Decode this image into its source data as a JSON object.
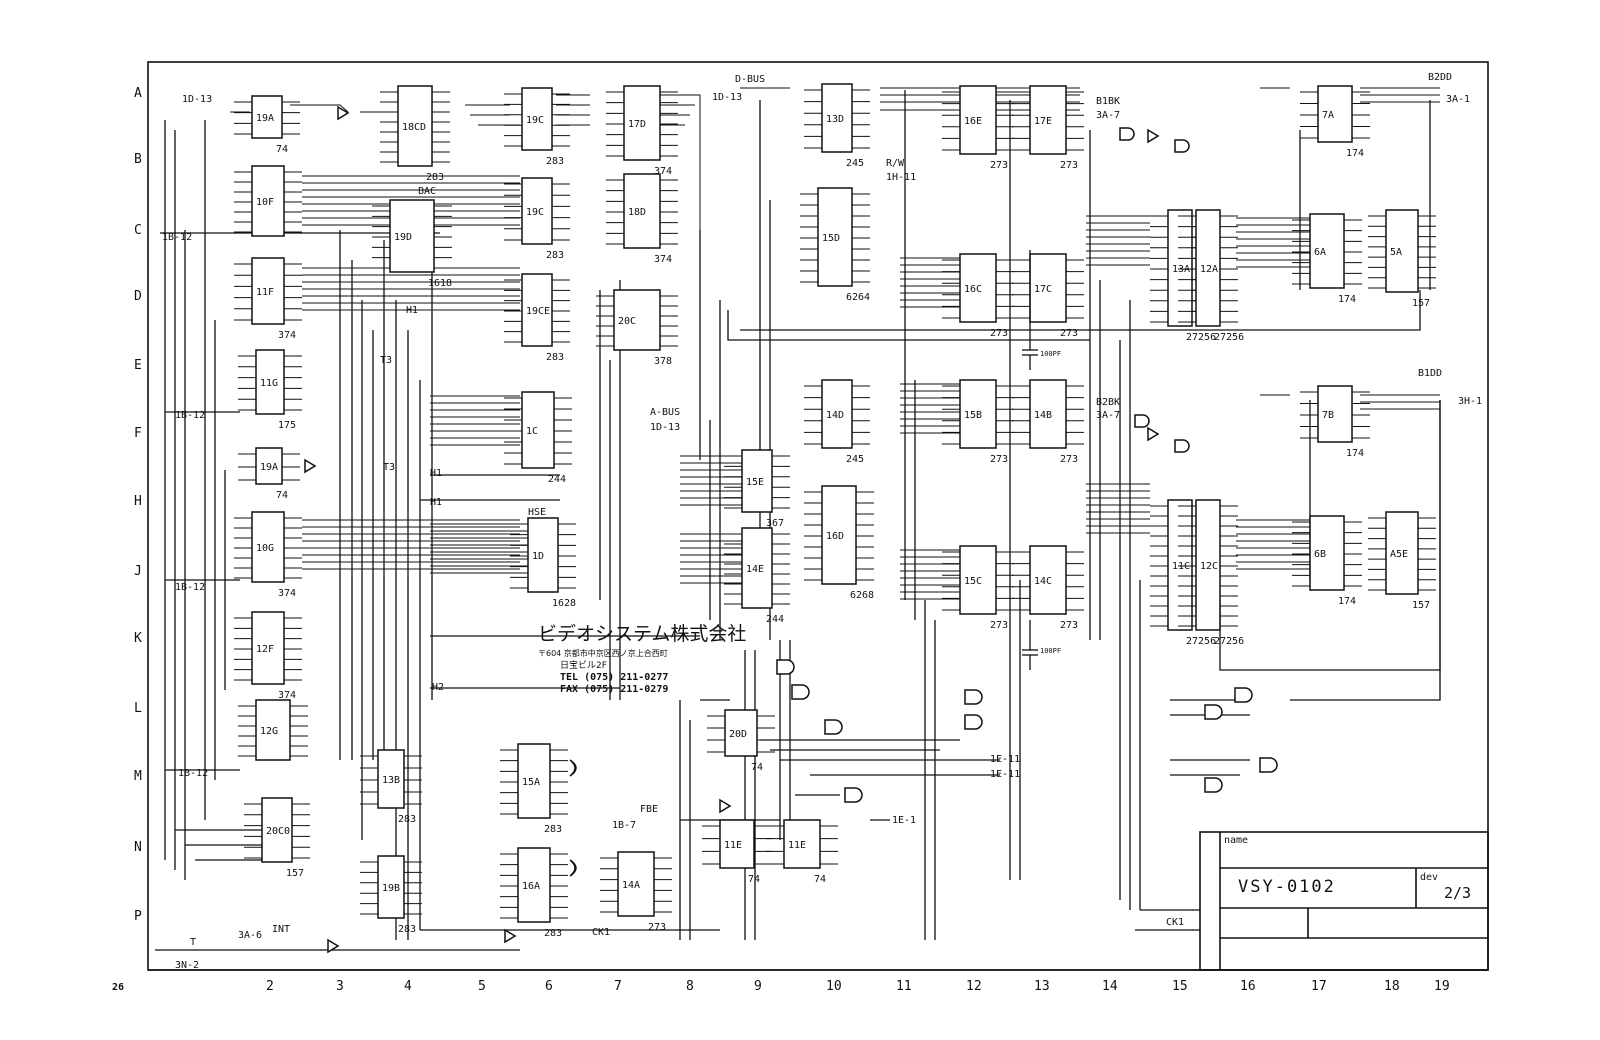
{
  "page_number": "26",
  "row_labels": [
    "A",
    "B",
    "C",
    "D",
    "E",
    "F",
    "H",
    "J",
    "K",
    "L",
    "M",
    "N",
    "P"
  ],
  "col_labels": [
    "2",
    "3",
    "4",
    "5",
    "6",
    "7",
    "8",
    "9",
    "10",
    "11",
    "12",
    "13",
    "14",
    "15",
    "16",
    "17",
    "18",
    "19"
  ],
  "title_block": {
    "name_label": "name",
    "name_value": "VSY-0102",
    "rev_label": "dev",
    "rev_value": "2/3"
  },
  "company": {
    "name": "ビデオシステム株式会社",
    "postal": "〒604 京都市中京区西ノ京上合西町",
    "address": "日宝ビル2F",
    "tel": "TEL (075) 211-0277",
    "fax": "FAX (075) 211-0279"
  },
  "nets": {
    "d_bus": "D-BUS",
    "a_bus": "A-BUS",
    "b2dd": "B2DD",
    "b1dd": "B1DD",
    "ref_1d13": "1D-13",
    "ref_3a1": "3A-1",
    "ref_3h1": "3H-1",
    "ref_1b12": "1B-12",
    "ref_3a6": "3A-6",
    "ref_3n2": "3N-2",
    "ref_1b7": "1B-7",
    "ref_1e11": "1E-11",
    "ref_1e1": "1E-1",
    "bac": "BAC",
    "hse": "HSE",
    "rw": "R/W",
    "ref_1h11": "1H-11",
    "fbe": "FBE",
    "b1bk": "B1BK",
    "b2bk": "B2BK",
    "ref_3a7": "3A-7",
    "p_t": "T",
    "p_h1": "H1",
    "p_h2": "H2",
    "p_t3": "T3",
    "p_int": "INT",
    "ref_ck1": "CK1",
    "ref_ck1b": "CK1"
  },
  "chips": [
    {
      "id": "19a",
      "ref": "19A",
      "part": "74"
    },
    {
      "id": "10f",
      "ref": "10F",
      "part": ""
    },
    {
      "id": "11f",
      "ref": "11F",
      "part": "374"
    },
    {
      "id": "11g",
      "ref": "11G",
      "part": "175"
    },
    {
      "id": "19ab",
      "ref": "19A",
      "part": "74"
    },
    {
      "id": "10g",
      "ref": "10G",
      "part": "374"
    },
    {
      "id": "12f",
      "ref": "12F",
      "part": "374"
    },
    {
      "id": "12g",
      "ref": "12G",
      "part": ""
    },
    {
      "id": "20c0",
      "ref": "20C0",
      "part": "157"
    },
    {
      "id": "18cd",
      "ref": "18CD",
      "part": "283"
    },
    {
      "id": "19d",
      "ref": "19D",
      "part": "1618"
    },
    {
      "id": "13b",
      "ref": "13B",
      "part": "283"
    },
    {
      "id": "19b",
      "ref": "19B",
      "part": "283"
    },
    {
      "id": "19c",
      "ref": "19C",
      "part": "283"
    },
    {
      "id": "19c2",
      "ref": "19C",
      "part": "283"
    },
    {
      "id": "19ce",
      "ref": "19CE",
      "part": "283"
    },
    {
      "id": "1c",
      "ref": "1C",
      "part": "244"
    },
    {
      "id": "1d",
      "ref": "1D",
      "part": "1628"
    },
    {
      "id": "15a",
      "ref": "15A",
      "part": "283"
    },
    {
      "id": "16a",
      "ref": "16A",
      "part": "283"
    },
    {
      "id": "17d",
      "ref": "17D",
      "part": "374"
    },
    {
      "id": "18d",
      "ref": "18D",
      "part": "374"
    },
    {
      "id": "20c",
      "ref": "20C",
      "part": "378"
    },
    {
      "id": "14a",
      "ref": "14A",
      "part": "273"
    },
    {
      "id": "13d",
      "ref": "13D",
      "part": "245"
    },
    {
      "id": "15d",
      "ref": "15D",
      "part": "6264"
    },
    {
      "id": "15e",
      "ref": "15E",
      "part": "367"
    },
    {
      "id": "14e",
      "ref": "14E",
      "part": "244"
    },
    {
      "id": "14d",
      "ref": "14D",
      "part": "245"
    },
    {
      "id": "16d",
      "ref": "16D",
      "part": "6268"
    },
    {
      "id": "20d",
      "ref": "20D",
      "part": "74"
    },
    {
      "id": "11e",
      "ref": "11E",
      "part": "74"
    },
    {
      "id": "11e2",
      "ref": "11E",
      "part": "74"
    },
    {
      "id": "16e",
      "ref": "16E",
      "part": "273"
    },
    {
      "id": "17e",
      "ref": "17E",
      "part": "273"
    },
    {
      "id": "16c",
      "ref": "16C",
      "part": "273"
    },
    {
      "id": "17c",
      "ref": "17C",
      "part": "273"
    },
    {
      "id": "15b",
      "ref": "15B",
      "part": "273"
    },
    {
      "id": "14b",
      "ref": "14B",
      "part": "273"
    },
    {
      "id": "15c",
      "ref": "15C",
      "part": "273"
    },
    {
      "id": "14c",
      "ref": "14C",
      "part": "273"
    },
    {
      "id": "13a",
      "ref": "13A",
      "part": "27256"
    },
    {
      "id": "12a",
      "ref": "12A",
      "part": "27256"
    },
    {
      "id": "11c",
      "ref": "11C",
      "part": "27256"
    },
    {
      "id": "12c",
      "ref": "12C",
      "part": "27256"
    },
    {
      "id": "7a",
      "ref": "7A",
      "part": "174"
    },
    {
      "id": "6a",
      "ref": "6A",
      "part": "174"
    },
    {
      "id": "5a",
      "ref": "5A",
      "part": "157"
    },
    {
      "id": "7b",
      "ref": "7B",
      "part": "174"
    },
    {
      "id": "6b",
      "ref": "6B",
      "part": "174"
    },
    {
      "id": "a5e",
      "ref": "A5E",
      "part": "157"
    }
  ],
  "passives": {
    "cap1": "100PF",
    "cap2": "100PF"
  }
}
